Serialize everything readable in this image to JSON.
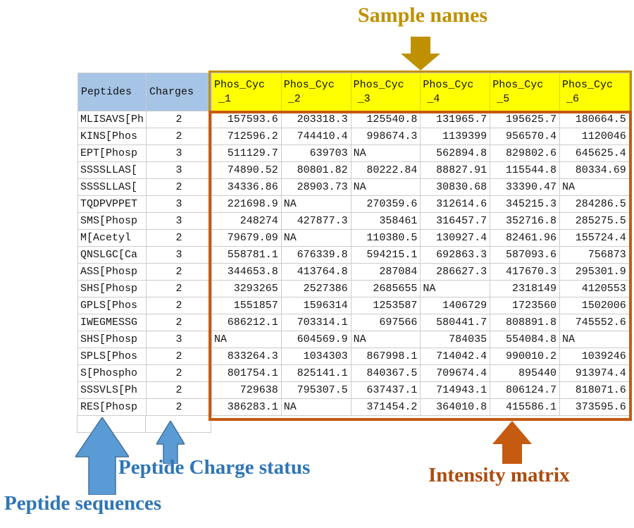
{
  "colors": {
    "header_blue": "#A6C4E6",
    "sample_yellow": "#FFFF00",
    "gold": "#BF9000",
    "orange": "#C55A11",
    "orange_text": "#AE4A0C",
    "blue_text": "#2E75B6",
    "blue_arrow_fill": "#5B9BD5",
    "blue_arrow_edge": "#41719C",
    "gridline": "#CCCCCC"
  },
  "annotations": {
    "sample_names": "Sample names",
    "peptide_sequences": "Peptide sequences",
    "peptide_charge_status": "Peptide Charge status",
    "intensity_matrix": "Intensity matrix"
  },
  "table": {
    "header": {
      "peptides": "Peptides",
      "charges": "Charges",
      "samples": [
        "Phos_Cyc_1",
        "Phos_Cyc_2",
        "Phos_Cyc_3",
        "Phos_Cyc_4",
        "Phos_Cyc_5",
        "Phos_Cyc_6"
      ]
    },
    "rows": [
      {
        "peptide": "MLISAVS[Ph",
        "charge": "2",
        "values": [
          "157593.6",
          "203318.3",
          "125540.8",
          "131965.7",
          "195625.7",
          "180664.5"
        ]
      },
      {
        "peptide": "KINS[Phos",
        "charge": "2",
        "values": [
          "712596.2",
          "744410.4",
          "998674.3",
          "1139399",
          "956570.4",
          "1120046"
        ]
      },
      {
        "peptide": "EPT[Phosp",
        "charge": "3",
        "values": [
          "511129.7",
          "639703",
          "NA",
          "562894.8",
          "829802.6",
          "645625.4"
        ]
      },
      {
        "peptide": "SSSSLLAS[",
        "charge": "3",
        "values": [
          "74890.52",
          "80801.82",
          "80222.84",
          "88827.91",
          "115544.8",
          "80334.69"
        ]
      },
      {
        "peptide": "SSSSLLAS[",
        "charge": "2",
        "values": [
          "34336.86",
          "28903.73",
          "NA",
          "30830.68",
          "33390.47",
          "NA"
        ]
      },
      {
        "peptide": "TQDPVPPET",
        "charge": "3",
        "values": [
          "221698.9",
          "NA",
          "270359.6",
          "312614.6",
          "345215.3",
          "284286.5"
        ]
      },
      {
        "peptide": "SMS[Phosp",
        "charge": "3",
        "values": [
          "248274",
          "427877.3",
          "358461",
          "316457.7",
          "352716.8",
          "285275.5"
        ]
      },
      {
        "peptide": "M[Acetyl",
        "charge": "2",
        "values": [
          "79679.09",
          "NA",
          "110380.5",
          "130927.4",
          "82461.96",
          "155724.4"
        ]
      },
      {
        "peptide": "QNSLGC[Ca",
        "charge": "3",
        "values": [
          "558781.1",
          "676339.8",
          "594215.1",
          "692863.3",
          "587093.6",
          "756873"
        ]
      },
      {
        "peptide": "ASS[Phosp",
        "charge": "2",
        "values": [
          "344653.8",
          "413764.8",
          "287084",
          "286627.3",
          "417670.3",
          "295301.9"
        ]
      },
      {
        "peptide": "SHS[Phosp",
        "charge": "2",
        "values": [
          "3293265",
          "2527386",
          "2685655",
          "NA",
          "2318149",
          "4120553"
        ]
      },
      {
        "peptide": "GPLS[Phos",
        "charge": "2",
        "values": [
          "1551857",
          "1596314",
          "1253587",
          "1406729",
          "1723560",
          "1502006"
        ]
      },
      {
        "peptide": "IWEGMESSG",
        "charge": "2",
        "values": [
          "686212.1",
          "703314.1",
          "697566",
          "580441.7",
          "808891.8",
          "745552.6"
        ]
      },
      {
        "peptide": "SHS[Phosp",
        "charge": "3",
        "values": [
          "NA",
          "604569.9",
          "NA",
          "784035",
          "554084.8",
          "NA"
        ]
      },
      {
        "peptide": "SPLS[Phos",
        "charge": "2",
        "values": [
          "833264.3",
          "1034303",
          "867998.1",
          "714042.4",
          "990010.2",
          "1039246"
        ]
      },
      {
        "peptide": "S[Phospho",
        "charge": "2",
        "values": [
          "801754.1",
          "825141.1",
          "840367.5",
          "709674.4",
          "895440",
          "913974.4"
        ]
      },
      {
        "peptide": "SSSVLS[Ph",
        "charge": "2",
        "values": [
          "729638",
          "795307.5",
          "637437.1",
          "714943.1",
          "806124.7",
          "818071.6"
        ]
      },
      {
        "peptide": "RES[Phosp",
        "charge": "2",
        "values": [
          "386283.1",
          "NA",
          "371454.2",
          "364010.8",
          "415586.1",
          "373595.6"
        ]
      }
    ]
  }
}
